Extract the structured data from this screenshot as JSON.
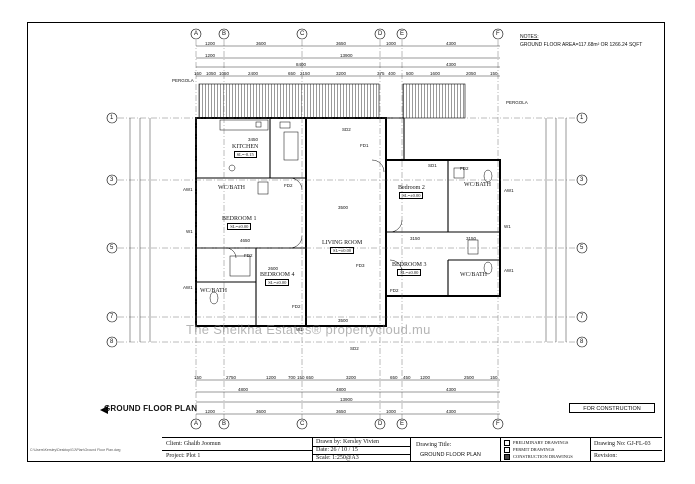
{
  "title": "GROUND FLOOR PLAN",
  "notes": {
    "heading": "NOTES:",
    "area": "GROUND FLOOR AREA=117.68m² OR 1266.24 SQFT"
  },
  "status_box": "FOR CONSTRUCTION",
  "watermark": "The Sheikha Estates® propertycloud.mu",
  "pergola_labels": [
    "PERGOLA",
    "PERGOLA"
  ],
  "grid_letters": [
    "A",
    "B",
    "C",
    "D",
    "E",
    "F"
  ],
  "grid_numbers": [
    "1",
    "3",
    "5",
    "7",
    "8"
  ],
  "top_dims_row1": [
    "1200",
    "3600",
    "3650",
    "1000",
    "4300"
  ],
  "top_dims_row2": [
    "1200",
    "8400",
    "4300"
  ],
  "top_total": "13900",
  "top_dims_row3": [
    "150",
    "1050",
    "1050",
    "2400",
    "650",
    "2150",
    "3200",
    "375",
    "400",
    "500",
    "1600",
    "2050",
    "150"
  ],
  "bottom_dims_row1": [
    "150",
    "2750",
    "1200",
    "700",
    "150",
    "650",
    "3200",
    "650",
    "450",
    "1200",
    "2500",
    "150"
  ],
  "bottom_dims_row2": [
    "4800",
    "4800",
    "4300"
  ],
  "bottom_total": "13900",
  "bottom_dims_row4": [
    "1200",
    "3600",
    "3650",
    "1000",
    "4300"
  ],
  "rooms": [
    {
      "name": "KITCHEN",
      "level": "SL=-0.15"
    },
    {
      "name": "WC/BATH",
      "level": ""
    },
    {
      "name": "BEDROOM 1",
      "level": "SL=±0.00"
    },
    {
      "name": "LIVING ROOM",
      "level": "SL=±0.00"
    },
    {
      "name": "BEDROOM 4",
      "level": "SL=±0.00"
    },
    {
      "name": "WC/BATH",
      "level": ""
    },
    {
      "name": "Bedroom 2",
      "level": "SL=±0.00"
    },
    {
      "name": "WC/BATH",
      "level": ""
    },
    {
      "name": "BEDROOM 3",
      "level": "SL=±0.00"
    },
    {
      "name": "WC/BATH",
      "level": ""
    }
  ],
  "room_dims": [
    "3450",
    "4650",
    "2600",
    "3150",
    "3150",
    "3500",
    "3500"
  ],
  "door_tags": [
    "SD2",
    "FD1",
    "SD1",
    "FD2",
    "FD2",
    "FD2",
    "FD3",
    "FD2",
    "FD2",
    "SD2"
  ],
  "window_tags": [
    "AW1",
    "W1",
    "AW1",
    "AW1",
    "AW1",
    "W1",
    "W1"
  ],
  "title_block": {
    "client_label": "Client:",
    "client": "Ghalib Joomun",
    "project_label": "Project:",
    "project": "Plot 1",
    "drawn_label": "Drawn by:",
    "drawn": "Kersley Vivien",
    "date_label": "Date:",
    "date": "26 / 10 / 15",
    "scale_label": "Scale:",
    "scale": "1:250@A3",
    "drawing_title_label": "Drawing Title:",
    "drawing_title": "GROUND FLOOR PLAN",
    "checks": [
      {
        "label": "PRELIMINARY DRAWINGS",
        "on": false
      },
      {
        "label": "PERMIT DRAWINGS",
        "on": false
      },
      {
        "label": "CONSTRUCTION DRAWINGS",
        "on": true
      }
    ],
    "drawing_no_label": "Drawing No:",
    "drawing_no": "GJ-FL-03",
    "revision_label": "Revision:",
    "revision": ""
  },
  "small_print": "C:\\Users\\Kersley\\Desktop\\GJ\\Plan\\Ground Floor Plan.dwg"
}
